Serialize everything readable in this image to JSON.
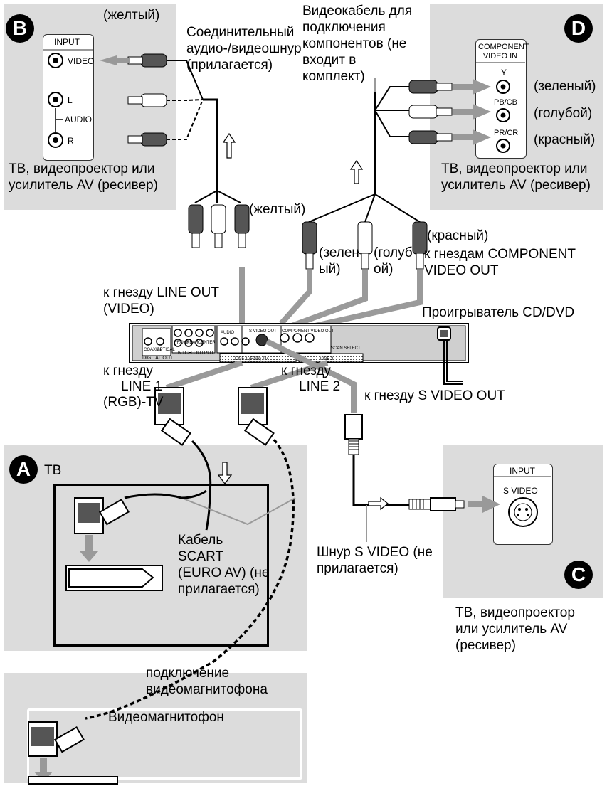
{
  "badges": {
    "a": "A",
    "b": "B",
    "c": "C",
    "d": "D"
  },
  "panel_b": {
    "input_header": "INPUT",
    "video_jack": "VIDEO",
    "audio_l": "L",
    "audio_label": "AUDIO",
    "audio_r": "R",
    "device_label": "ТВ, видеопроектор или усилитель AV (ресивер)",
    "yellow_note": "(желтый)"
  },
  "panel_d": {
    "header": "COMPONENT VIDEO IN",
    "y_jack": "Y",
    "pb_jack": "PB/CB",
    "pr_jack": "PR/CR",
    "green_note": "(зеленый)",
    "blue_note": "(голубой)",
    "red_note": "(красный)",
    "device_label": "ТВ, видеопроектор или усилитель AV (ресивер)"
  },
  "panel_a": {
    "title": "ТВ"
  },
  "panel_c": {
    "input_header": "INPUT",
    "svideo_jack": "S VIDEO",
    "device_label": "ТВ, видеопроектор или усилитель AV (ресивер)"
  },
  "vcr_panel": {
    "title": "Видеомагнитофон"
  },
  "labels": {
    "av_cord": "Соединительный аудио-/видеошнур (прилагается)",
    "yellow_plug": "(желтый)",
    "component_cable": "Видеокабель для подключения компонентов (не входит в комплект)",
    "red_plug": "(красный)",
    "green_plug": "(зелен ый)",
    "blue_plug": "(голуб ой)",
    "component_out": "к гнездам COMPONENT VIDEO OUT",
    "line_out": "к гнезду LINE OUT (VIDEO)",
    "player": "Проигрыватель CD/DVD",
    "line1": "к гнезду",
    "line1_b": "LINE 1",
    "line1_c": "(RGB)-TV",
    "line2": "к гнезду",
    "line2_b": "LINE 2",
    "svideo_out": "к гнезду S VIDEO OUT",
    "scart_cable": "Кабель SCART (EURO AV) (не прилагается)",
    "svideo_cord": "Шнур S VIDEO (не прилагается)",
    "vcr_connect": "подключение видеомагнитофона"
  },
  "rear_panel": {
    "digital_out": "DIGITAL OUT",
    "channel_output": "5.1CH OUTPUT",
    "audio": "AUDIO",
    "s_video_out": "S VIDEO OUT",
    "component_video_out": "COMPONENT VIDEO OUT",
    "scan_select": "SCAN SELECT",
    "line1_rgb_tv": "LINE 1 (RGB)-TV",
    "line2": "LINE 2",
    "coaxial": "COAXIAL",
    "optical": "OPTICAL",
    "front": "FRONT",
    "rear": "REAR",
    "center": "CENTER"
  },
  "colors": {
    "panel": "#dcdcdc",
    "cable": "#000000",
    "gray_cable": "#9a9a9a"
  }
}
